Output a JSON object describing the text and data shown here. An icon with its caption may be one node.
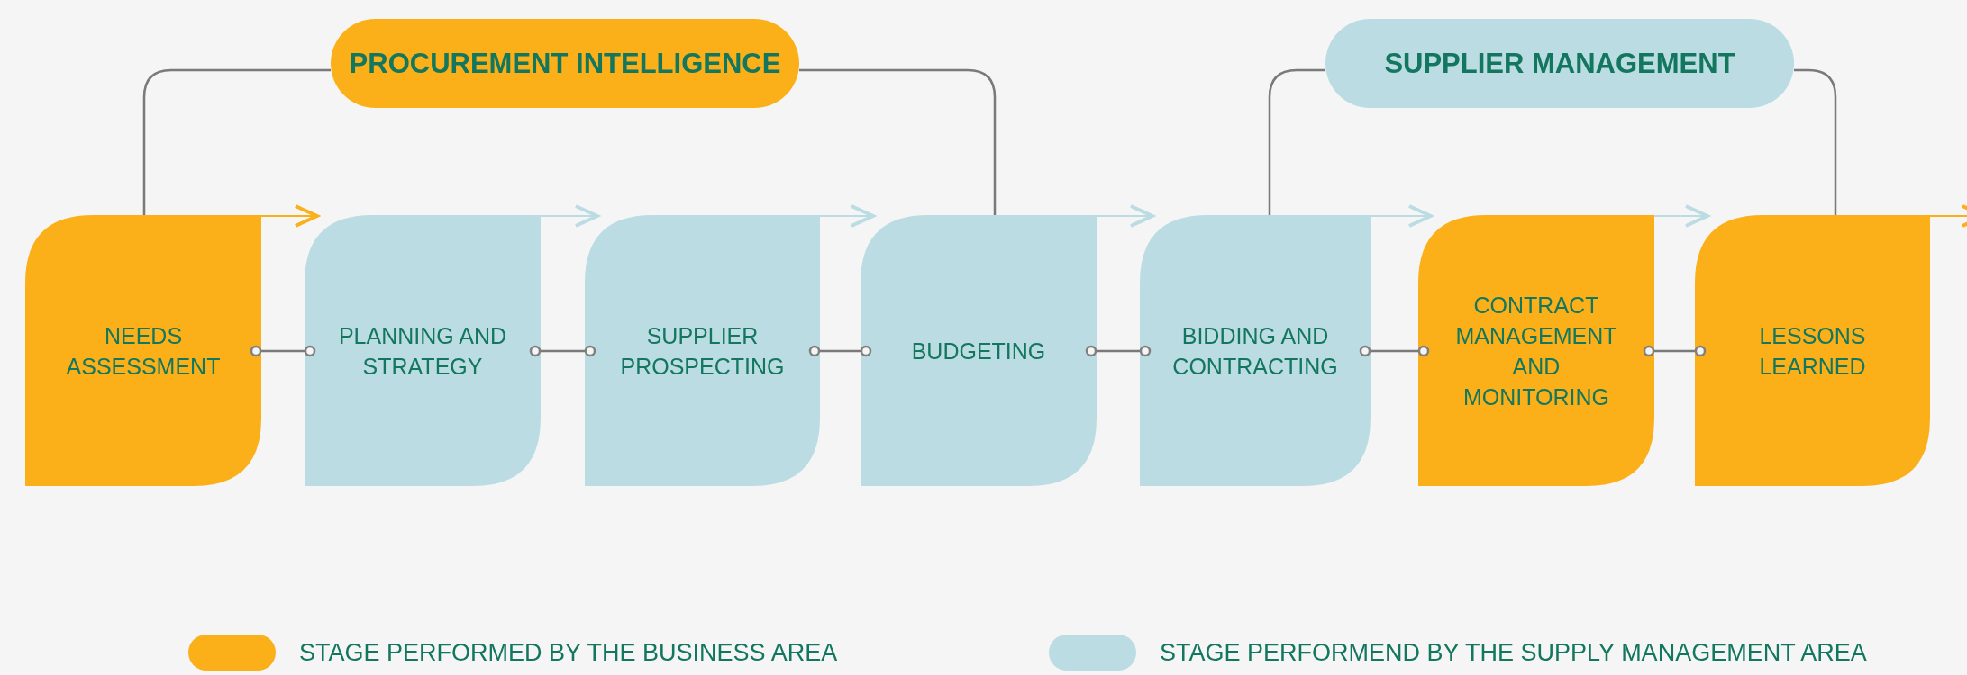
{
  "diagram": {
    "nodes": [
      {
        "text": [
          "PROCUREMENT INTELLIGENCE"
        ]
      },
      {
        "text": [
          "SUPPLIER MANAGEMENT"
        ]
      },
      {
        "text": [
          "NEEDS ASSESSMENT"
        ]
      },
      {
        "text": [
          "PLANNING AND STRATEGY"
        ]
      },
      {
        "text": [
          "SUPPLIER PROSPECTING"
        ]
      },
      {
        "text": [
          "BUDGETING"
        ]
      },
      {
        "text": [
          "BIDDING AND CONTRACTING"
        ]
      },
      {
        "text": [
          "CONTRACT MANAGEMENT AND MONITORING"
        ]
      },
      {
        "text": [
          "LESSONS LEARNED"
        ]
      }
    ],
    "edges": [
      {
        "from": 2,
        "to": 3,
        "arrow": "other"
      },
      {
        "from": 3,
        "to": 4,
        "arrow": "other"
      },
      {
        "from": 4,
        "to": 5,
        "arrow": "other"
      },
      {
        "from": 5,
        "to": 6,
        "arrow": "other"
      },
      {
        "from": 6,
        "to": 7,
        "arrow": "other"
      },
      {
        "from": 7,
        "to": 8,
        "arrow": "other"
      },
      {
        "from": 2,
        "to": 3,
        "arrow": "to",
        "color": "#fbb019"
      },
      {
        "from": 3,
        "to": 4,
        "arrow": "to",
        "color": "#bbdce2"
      },
      {
        "from": 4,
        "to": 5,
        "arrow": "to",
        "color": "#bbdce2"
      },
      {
        "from": 5,
        "to": 6,
        "arrow": "to",
        "color": "#bbdce2"
      },
      {
        "from": 6,
        "to": 7,
        "arrow": "to",
        "color": "#bbdce2"
      },
      {
        "from": 7,
        "to": 8,
        "arrow": "to",
        "color": "#bbdce2"
      },
      {
        "from": 8,
        "to": null,
        "arrow": "to",
        "color": "#fbb019"
      },
      {
        "from": 2,
        "to": 0,
        "arrow": "none"
      },
      {
        "from": 0,
        "to": 5,
        "arrow": "none"
      },
      {
        "from": 6,
        "to": 1,
        "arrow": "none"
      },
      {
        "from": 1,
        "to": 8,
        "arrow": "none"
      }
    ],
    "legend": [
      {
        "text": "STAGE PERFORMED BY THE BUSINESS AREA",
        "color": "#fbb019"
      },
      {
        "text": "STAGE PERFORMEND BY THE SUPPLY MANAGEMENT AREA",
        "color": "#bbdce2"
      }
    ]
  }
}
